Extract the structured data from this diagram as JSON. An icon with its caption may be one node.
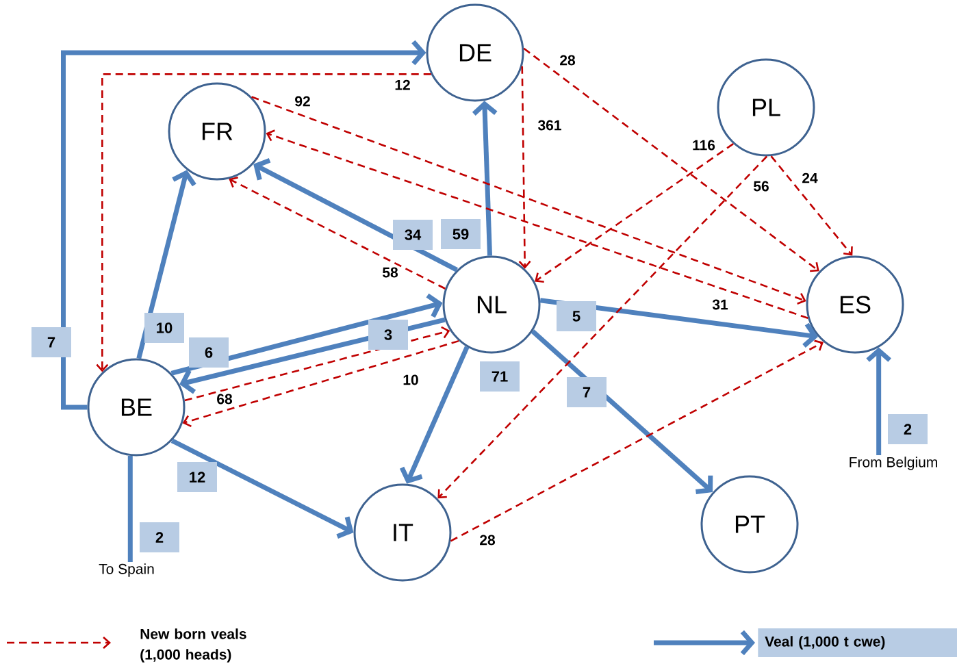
{
  "diagram": {
    "nodes": [
      {
        "text": [
          "DE"
        ]
      },
      {
        "text": [
          "FR"
        ]
      },
      {
        "text": [
          "PL"
        ]
      },
      {
        "text": [
          "NL"
        ]
      },
      {
        "text": [
          "ES"
        ]
      },
      {
        "text": [
          "BE"
        ]
      },
      {
        "text": [
          "IT"
        ]
      },
      {
        "text": [
          "PT"
        ]
      },
      {
        "text": [
          "To  Spain"
        ]
      },
      {
        "text": [
          "From  Belgium"
        ]
      }
    ],
    "edges": [
      {
        "from": 5,
        "to": 0,
        "arrow": "to",
        "label": "7",
        "style": "thick"
      },
      {
        "from": 5,
        "to": 1,
        "arrow": "to",
        "label": "10",
        "style": "thick"
      },
      {
        "from": 3,
        "to": 1,
        "arrow": "to",
        "label": "34",
        "style": "thick"
      },
      {
        "from": 3,
        "to": 0,
        "arrow": "to",
        "label": "59",
        "style": "thick"
      },
      {
        "from": 5,
        "to": 3,
        "arrow": "to",
        "label": "6",
        "style": "thick"
      },
      {
        "from": 3,
        "to": 5,
        "arrow": "to",
        "label": "3",
        "style": "thick"
      },
      {
        "from": 3,
        "to": 4,
        "arrow": "to",
        "label": "5",
        "style": "thick"
      },
      {
        "from": 3,
        "to": 6,
        "arrow": "to",
        "label": "71",
        "style": "thick"
      },
      {
        "from": 3,
        "to": 7,
        "arrow": "to",
        "label": "7",
        "style": "thick"
      },
      {
        "from": 5,
        "to": 6,
        "arrow": "to",
        "label": "12",
        "style": "thick"
      },
      {
        "from": 5,
        "to": 8,
        "arrow": "none",
        "label": "2",
        "style": "thick"
      },
      {
        "from": 9,
        "to": 4,
        "arrow": "to",
        "label": "2",
        "style": "thick"
      },
      {
        "from": 0,
        "to": 5,
        "arrow": "to",
        "label": "12",
        "style": "dashed",
        "color": "#c00000"
      },
      {
        "from": 0,
        "to": 4,
        "arrow": "to",
        "label": "28",
        "style": "dashed",
        "color": "#c00000"
      },
      {
        "from": 0,
        "to": 3,
        "arrow": "to",
        "label": "361",
        "style": "dashed",
        "color": "#c00000"
      },
      {
        "from": 1,
        "to": 4,
        "arrow": "to",
        "label": "92",
        "style": "dashed",
        "color": "#c00000"
      },
      {
        "from": 4,
        "to": 1,
        "arrow": "to",
        "label": "31",
        "style": "dashed",
        "color": "#c00000"
      },
      {
        "from": 2,
        "to": 3,
        "arrow": "to",
        "label": "116",
        "style": "dashed",
        "color": "#c00000"
      },
      {
        "from": 2,
        "to": 6,
        "arrow": "to",
        "label": "56",
        "style": "dashed",
        "color": "#c00000"
      },
      {
        "from": 2,
        "to": 4,
        "arrow": "to",
        "label": "24",
        "style": "dashed",
        "color": "#c00000"
      },
      {
        "from": 3,
        "to": 1,
        "arrow": "to",
        "label": "58",
        "style": "dashed",
        "color": "#c00000"
      },
      {
        "from": 5,
        "to": 3,
        "arrow": "to",
        "label": "68",
        "style": "dashed",
        "color": "#c00000"
      },
      {
        "from": 3,
        "to": 5,
        "arrow": "to",
        "label": "10",
        "style": "dashed",
        "color": "#c00000"
      },
      {
        "from": 6,
        "to": 4,
        "arrow": "to",
        "label": "28",
        "style": "dashed",
        "color": "#c00000"
      }
    ],
    "legend": [
      {
        "text": "New born veals (1,000 heads)"
      },
      {
        "text": "Veal (1,000 t cwe)"
      }
    ]
  }
}
